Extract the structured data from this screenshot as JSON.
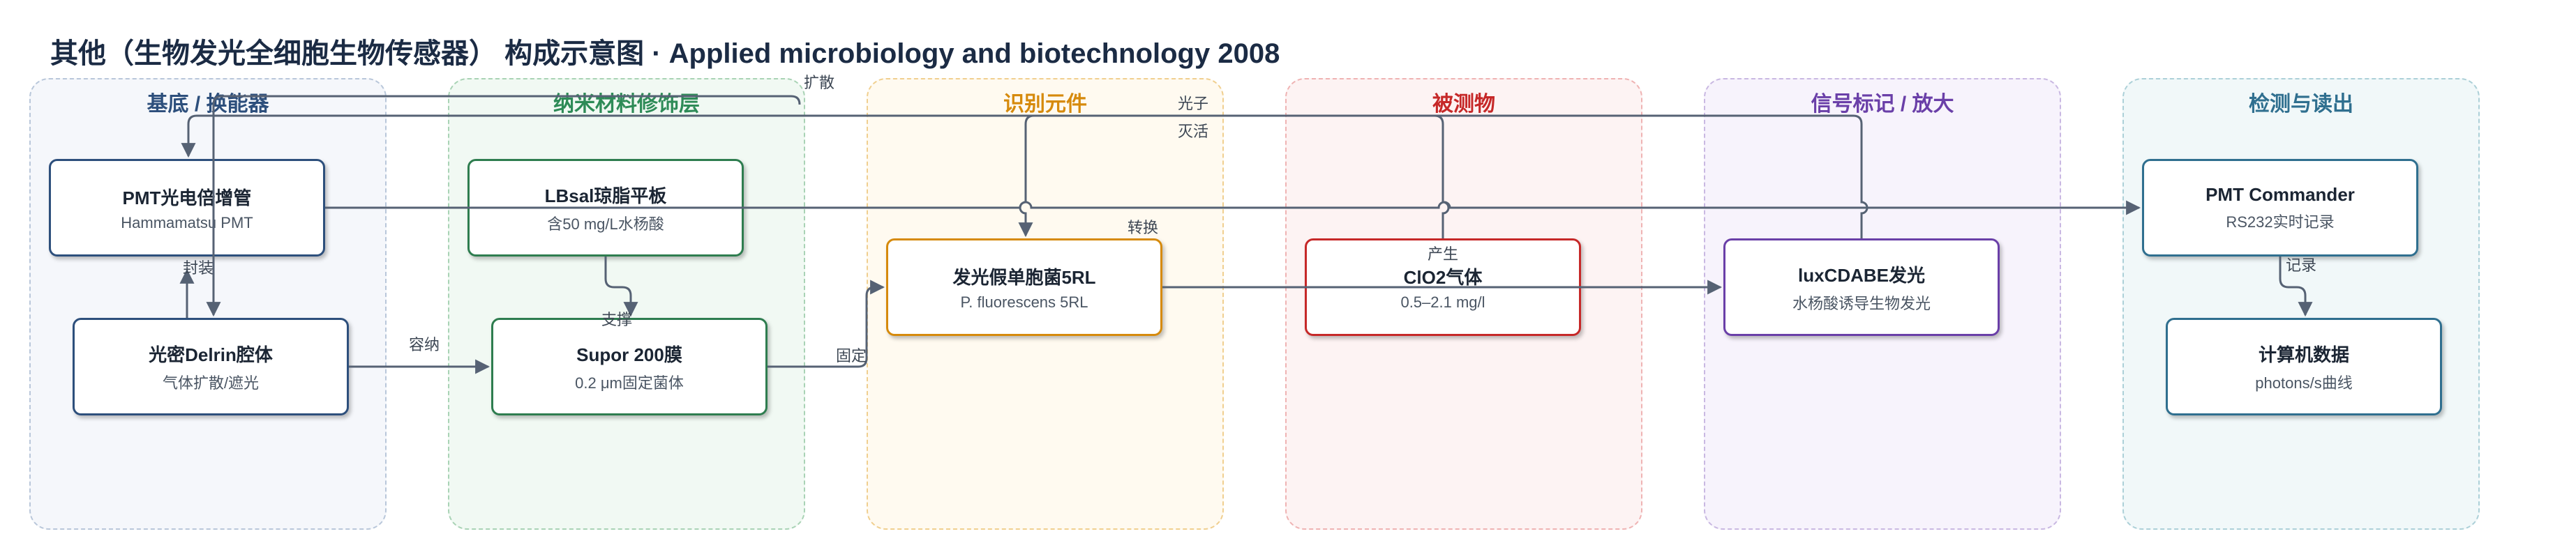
{
  "title": "其他（生物发光全细胞生物传感器） 构成示意图 · Applied microbiology and biotechnology 2008",
  "lanes": [
    {
      "title": "基底 / 换能器",
      "color": "#2d4f7c"
    },
    {
      "title": "纳米材料修饰层",
      "color": "#2e8b57"
    },
    {
      "title": "识别元件",
      "color": "#d68a0c"
    },
    {
      "title": "被测物",
      "color": "#c62828"
    },
    {
      "title": "信号标记 / 放大",
      "color": "#6a3fa8"
    },
    {
      "title": "检测与读出",
      "color": "#2f6f8f"
    }
  ],
  "nodes": {
    "pmt": {
      "title": "PMT光电倍增管",
      "sub": "Hammamatsu PMT"
    },
    "delrin": {
      "title": "光密Delrin腔体",
      "sub": "气体扩散/遮光"
    },
    "lbsal": {
      "title": "LBsal琼脂平板",
      "sub": "含50 mg/L水杨酸"
    },
    "supor": {
      "title": "Supor 200膜",
      "sub": "0.2 μm固定菌体"
    },
    "bacteria": {
      "title": "发光假单胞菌5RL",
      "sub": "P. fluorescens 5RL"
    },
    "clo2": {
      "title": "ClO2气体",
      "sub": "0.5–2.1 mg/l"
    },
    "lux": {
      "title": "luxCDABE发光",
      "sub": "水杨酸诱导生物发光"
    },
    "commander": {
      "title": "PMT Commander",
      "sub": "RS232实时记录"
    },
    "computer": {
      "title": "计算机数据",
      "sub": "photons/s曲线"
    }
  },
  "edge_labels": {
    "package": "封装",
    "contain": "容纳",
    "support": "支撑",
    "fix": "固定",
    "diffuse": "扩散",
    "photon": "光子",
    "quench": "灭活",
    "convert": "转换",
    "produce": "产生",
    "record": "记录"
  }
}
